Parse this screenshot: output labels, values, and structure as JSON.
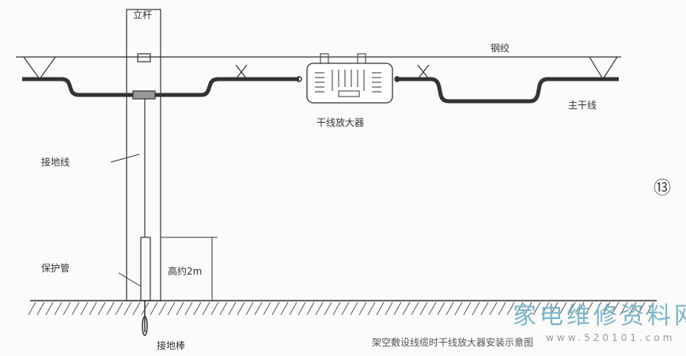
{
  "labels": {
    "pole": "立杆",
    "messenger": "钢绞",
    "main_cable": "主干线",
    "amplifier": "干线放大器",
    "ground_wire": "接地线",
    "protect_tube": "保护管",
    "height": "高约2m",
    "ground_rod": "接地棒",
    "caption": "架空敷设线缆时干线放大器安装示意图",
    "figure_number": "⑬"
  },
  "watermark": {
    "name": "家电维修资料网",
    "url": "www.520101.com"
  }
}
